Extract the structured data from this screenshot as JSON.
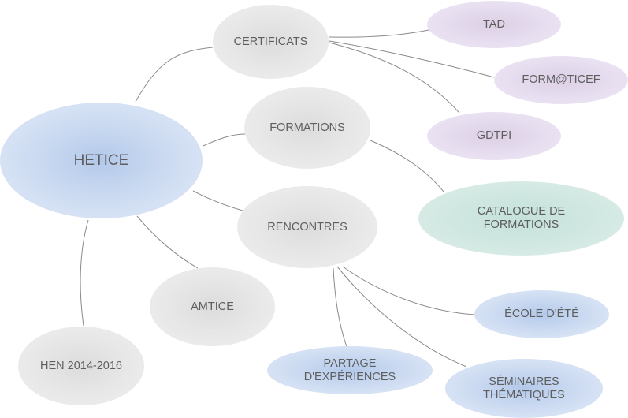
{
  "diagram": {
    "type": "mind-map",
    "root": {
      "id": "hetice",
      "label": "HETICE",
      "color": "#b3c9ea"
    },
    "nodes": [
      {
        "id": "certificats",
        "label": "CERTIFICATS",
        "parent": "hetice",
        "color": "#e6e6e6"
      },
      {
        "id": "formations",
        "label": "FORMATIONS",
        "parent": "hetice",
        "color": "#e6e6e6"
      },
      {
        "id": "rencontres",
        "label": "RENCONTRES",
        "parent": "hetice",
        "color": "#e6e6e6"
      },
      {
        "id": "amtice",
        "label": "AMTICE",
        "parent": "hetice",
        "color": "#e6e6e6"
      },
      {
        "id": "hen",
        "label": "HEN 2014-2016",
        "parent": "hetice",
        "color": "#e6e6e6"
      },
      {
        "id": "tad",
        "label": "TAD",
        "parent": "certificats",
        "color": "#e2d6eb"
      },
      {
        "id": "formaticef",
        "label": "FORM@TICEF",
        "parent": "certificats",
        "color": "#e2d6eb"
      },
      {
        "id": "gdtpi",
        "label": "GDTPI",
        "parent": "certificats",
        "color": "#e2d6eb"
      },
      {
        "id": "catalogue",
        "label": "CATALOGUE DE\nFORMATIONS",
        "parent": "formations",
        "color": "#cfe6e0"
      },
      {
        "id": "ecole",
        "label": "ÉCOLE D'ÉTÉ",
        "parent": "rencontres",
        "color": "#cbdaf1"
      },
      {
        "id": "partage",
        "label": "PARTAGE\nD'EXPÉRIENCES",
        "parent": "rencontres",
        "color": "#cbdaf1"
      },
      {
        "id": "seminaires",
        "label": "SÉMINAIRES\nTHÉMATIQUES",
        "parent": "rencontres",
        "color": "#cbdaf1"
      }
    ],
    "edge_color": "#8a8a8a"
  }
}
